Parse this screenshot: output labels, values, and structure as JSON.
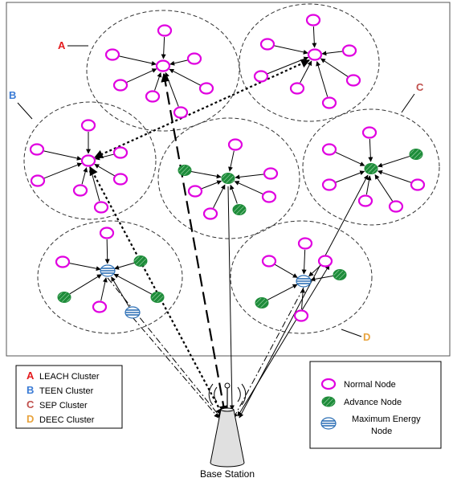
{
  "colors": {
    "leach": "#e41a1c",
    "teen": "#3a7bd5",
    "sep": "#c0504d",
    "deec": "#e8a33d",
    "normal_node": "#e000e0",
    "advance_node": "#1e8c3a",
    "max_energy_node": "#2c6fb5"
  },
  "cluster_labels": {
    "a": "A",
    "b": "B",
    "c": "C",
    "d": "D"
  },
  "cluster_legend": [
    {
      "letter": "A",
      "label": "LEACH Cluster"
    },
    {
      "letter": "B",
      "label": "TEEN Cluster"
    },
    {
      "letter": "C",
      "label": "SEP Cluster"
    },
    {
      "letter": "D",
      "label": "DEEC Cluster"
    }
  ],
  "node_legend": [
    {
      "icon": "normal-node-icon",
      "label": "Normal Node"
    },
    {
      "icon": "advance-node-icon",
      "label": "Advance Node"
    },
    {
      "icon": "max-energy-node-icon",
      "label_line1": "Maximum Energy",
      "label_line2": "Node"
    }
  ],
  "base_station": {
    "label": "Base Station"
  }
}
